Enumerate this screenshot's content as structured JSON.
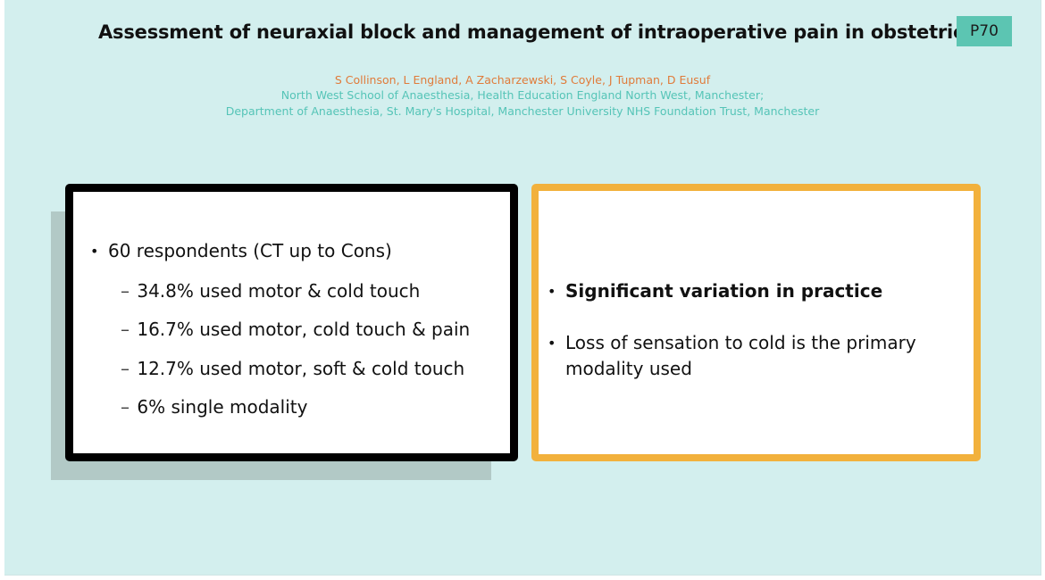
{
  "header": {
    "title": "Assessment of neuraxial block and management of intraoperative pain in obstetrics",
    "poster_id": "P70",
    "authors": "S Collinson, L England, A Zacharzewski, S Coyle, J Tupman, D Eusuf",
    "affiliation_1": "North West School of Anaesthesia, Health Education England North West, Manchester;",
    "affiliation_2": "Department of Anaesthesia, St. Mary's Hospital, Manchester University NHS Foundation Trust, Manchester"
  },
  "left_box": {
    "bullet": "60 respondents (CT up to Cons)",
    "dash": "–",
    "sub_items": [
      "34.8% used motor & cold touch",
      "16.7% used motor, cold touch & pain",
      "12.7% used motor, soft & cold touch",
      "6% single modality"
    ]
  },
  "right_box": {
    "bullets": [
      "Significant variation in practice",
      "Loss of sensation to cold is the primary modality used"
    ]
  },
  "colors": {
    "background": "#d3efee",
    "poster_id_bg": "#5cc5b2",
    "authors_text": "#e07b3a",
    "affiliation_text": "#55c4b7",
    "left_border": "#000000",
    "right_border": "#f2b13c",
    "shadow": "#b2c9c6"
  }
}
